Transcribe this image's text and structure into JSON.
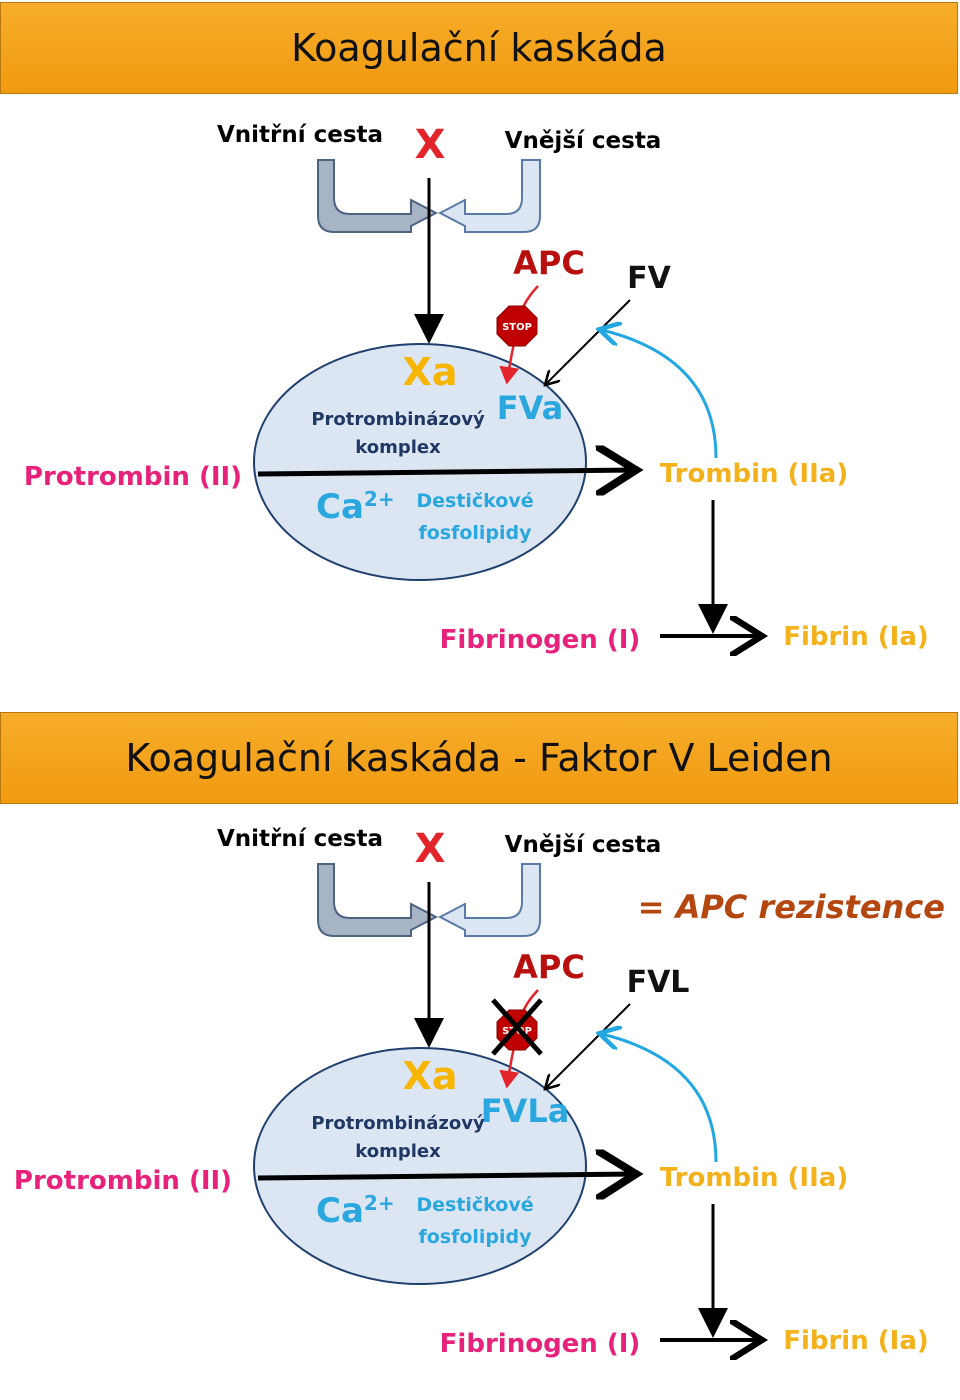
{
  "panels": [
    {
      "title": "Koagulační kaskáda",
      "intrinsic": "Vnitřní cesta",
      "x_factor": "X",
      "extrinsic": "Vnější cesta",
      "apc": "APC",
      "stop_sign": "STOP",
      "factor_v": "FV",
      "xa": "Xa",
      "factor_va": "FVa",
      "complex_line1": "Protrombinázový",
      "complex_line2": "komplex",
      "calcium": "Ca",
      "calcium_sup": "2+",
      "phospho_line1": "Destičkové",
      "phospho_line2": "fosfolipidy",
      "prothrombin": "Protrombin (II)",
      "thrombin": "Trombin (IIa)",
      "fibrinogen": "Fibrinogen (I)",
      "fibrin": "Fibrin (Ia)",
      "stop_crossed": false
    },
    {
      "title": "Koagulační kaskáda - Faktor V Leiden",
      "intrinsic": "Vnitřní cesta",
      "x_factor": "X",
      "extrinsic": "Vnější cesta",
      "note": "=  APC rezistence",
      "apc": "APC",
      "stop_sign": "STOP",
      "factor_v": "FVL",
      "xa": "Xa",
      "factor_va": "FVLa",
      "complex_line1": "Protrombinázový",
      "complex_line2": "komplex",
      "calcium": "Ca",
      "calcium_sup": "2+",
      "phospho_line1": "Destičkové",
      "phospho_line2": "fosfolipidy",
      "prothrombin": "Protrombin (II)",
      "thrombin": "Trombin (IIa)",
      "fibrinogen": "Fibrinogen (I)",
      "fibrin": "Fibrin (Ia)",
      "stop_crossed": true
    }
  ],
  "colors": {
    "banner": "#f5a31a",
    "ellipse_fill": "#dce6f2",
    "ellipse_stroke": "#1f3f6e",
    "x_red": "#e3242b",
    "apc_red": "#b8100f",
    "xa_yellow": "#f7b500",
    "fva_blue": "#2aa7df",
    "complex_navy": "#1f3864",
    "pink": "#e8217a",
    "thrombin_yellow": "#f3b21b",
    "feedback_blue": "#23a7e0",
    "stop_red": "#c00000",
    "note_brown": "#b3470f"
  }
}
